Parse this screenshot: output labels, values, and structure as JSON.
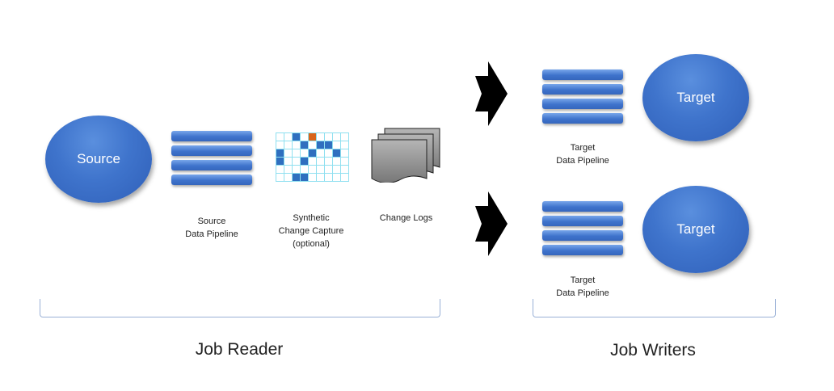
{
  "source": {
    "label": "Source"
  },
  "source_pipeline": {
    "caption": "Source\nData Pipeline"
  },
  "synthetic": {
    "caption": "Synthetic\nChange Capture\n(optional)",
    "blue_cells": [
      [
        0,
        2
      ],
      [
        1,
        3
      ],
      [
        1,
        5
      ],
      [
        1,
        6
      ],
      [
        2,
        0
      ],
      [
        2,
        4
      ],
      [
        2,
        7
      ],
      [
        3,
        0
      ],
      [
        3,
        3
      ],
      [
        5,
        2
      ],
      [
        5,
        3
      ]
    ],
    "orange_cells": [
      [
        0,
        4
      ]
    ]
  },
  "change_logs": {
    "caption": "Change Logs"
  },
  "targets": [
    {
      "label": "Target",
      "caption": "Target\nData Pipeline"
    },
    {
      "label": "Target",
      "caption": "Target\nData Pipeline"
    }
  ],
  "groups": {
    "reader": "Job Reader",
    "writers": "Job Writers"
  },
  "colors": {
    "node": "#3f74cc",
    "bar": "#4a7fd4",
    "grid_line": "#8fe0f0",
    "highlight": "#d9641a",
    "arrow": "#000000",
    "bracket": "#9ab0d6"
  }
}
